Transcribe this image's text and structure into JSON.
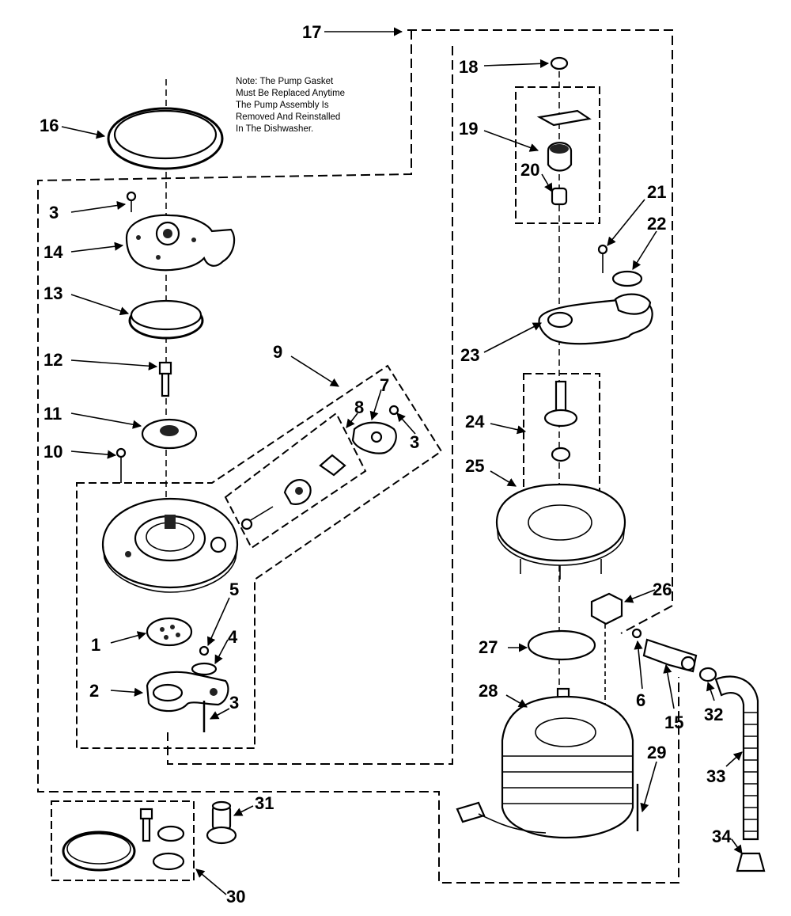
{
  "note": {
    "lines": [
      "Note: The Pump Gasket",
      "Must Be Replaced Anytime",
      "The Pump Assembly Is",
      "Removed And Reinstalled",
      "In The Dishwasher."
    ]
  },
  "labels": {
    "l1": "1",
    "l2": "2",
    "l3a": "3",
    "l3b": "3",
    "l3c": "3",
    "l4": "4",
    "l5": "5",
    "l6": "6",
    "l7": "7",
    "l8": "8",
    "l9": "9",
    "l10": "10",
    "l11": "11",
    "l12": "12",
    "l13": "13",
    "l14": "14",
    "l15": "15",
    "l16": "16",
    "l17": "17",
    "l18": "18",
    "l19": "19",
    "l20": "20",
    "l21": "21",
    "l22": "22",
    "l23": "23",
    "l24": "24",
    "l25": "25",
    "l26": "26",
    "l27": "27",
    "l28": "28",
    "l29": "29",
    "l30": "30",
    "l31": "31",
    "l32": "32",
    "l33": "33",
    "l34": "34"
  },
  "colors": {
    "ink": "#000000",
    "paper": "#ffffff"
  }
}
